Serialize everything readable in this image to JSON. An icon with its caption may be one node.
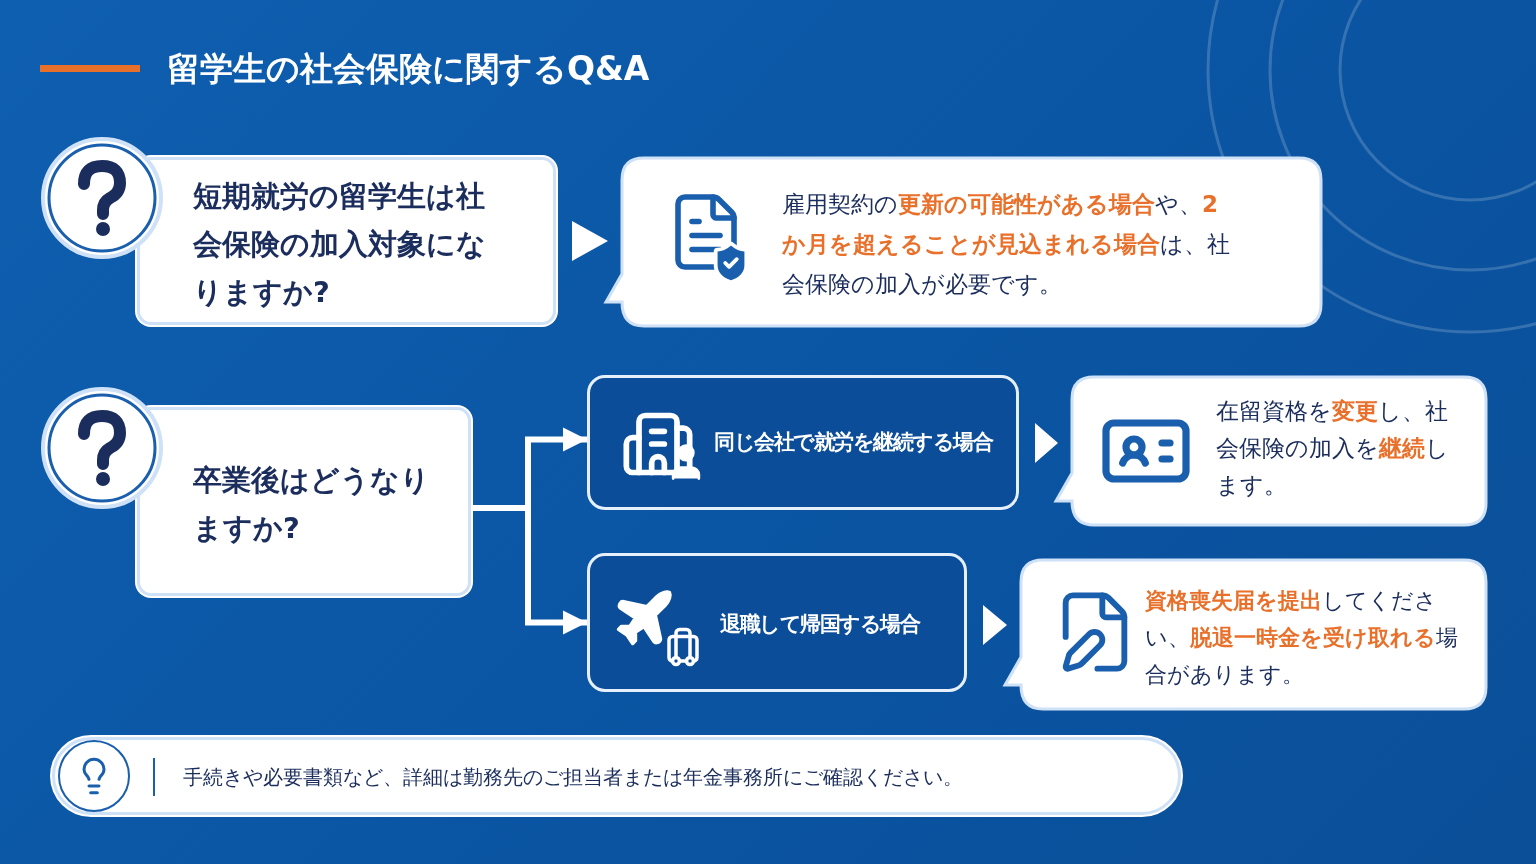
{
  "diagram": {
    "title": "留学生の社会保険に関するQ&A",
    "nodes": [
      {
        "text": [
          "短期就労の留学生は社会保険の加入対象になりますか?"
        ]
      },
      {
        "text": [
          "雇用契約の**更新の可能性がある場合**や、**2か月を超えることが見込まれる場合**は、社会保険の加入が必要です。"
        ]
      },
      {
        "text": [
          "卒業後はどうなりますか?"
        ]
      },
      {
        "text": [
          "同じ会社で就労を継続する場合"
        ]
      },
      {
        "text": [
          "在留資格を**変更**し、社会保険の加入を**継続**します。"
        ]
      },
      {
        "text": [
          "退職して帰国する場合"
        ]
      },
      {
        "text": [
          "**資格喪失届を提出**してください、**脱退一時金を受け取れる**場合があります。"
        ]
      },
      {
        "text": [
          "手続きや必要書類など、詳細は勤務先のご担当者または年金事務所にご確認ください。"
        ]
      }
    ],
    "edges": [
      {
        "from": 0,
        "to": 1,
        "arrow": "to"
      },
      {
        "from": 2,
        "to": 3,
        "arrow": "to"
      },
      {
        "from": 2,
        "to": 5,
        "arrow": "to"
      },
      {
        "from": 3,
        "to": 4,
        "arrow": "to"
      },
      {
        "from": 5,
        "to": 6,
        "arrow": "to"
      }
    ]
  }
}
